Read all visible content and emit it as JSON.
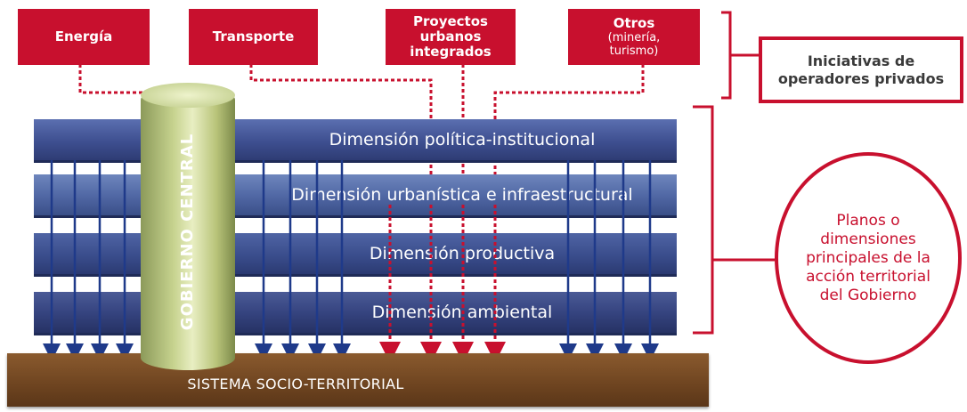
{
  "initiatives": [
    {
      "label": "Energía",
      "sub": ""
    },
    {
      "label": "Transporte",
      "sub": ""
    },
    {
      "label": "Proyectos urbanos integrados",
      "sub": ""
    },
    {
      "label": "Otros",
      "sub": "(minería, turismo)"
    }
  ],
  "private_operators_label": "Iniciativas de operadores privados",
  "central_government_label": "GOBIERNO CENTRAL",
  "dimensions": [
    "Dimensión política-institucional",
    "Dimensión urbanística e infraestructural",
    "Dimensión productiva",
    "Dimensión ambiental"
  ],
  "base_label": "SISTEMA SOCIO-TERRITORIAL",
  "dimensions_caption": "Planos o dimensiones principales de la acción territorial del Gobierno",
  "colors": {
    "accent_red": "#c8102e",
    "layer_blue": "#3e4f90",
    "ground_brown": "#6e4420",
    "cylinder_green": "#c7d38f",
    "arrow_blue": "#1f3a8a",
    "arrow_red": "#c8102e"
  }
}
